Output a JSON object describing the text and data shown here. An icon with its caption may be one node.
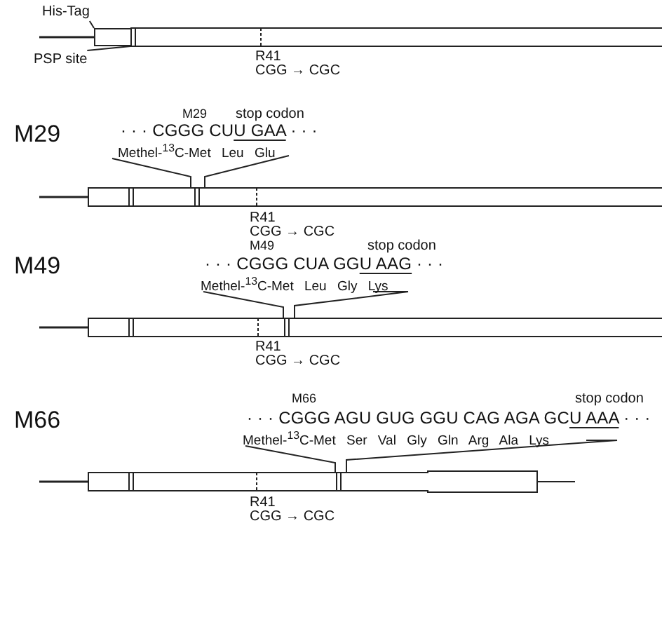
{
  "diagram": {
    "nodes": [
      {
        "text": [
          "His-Tag"
        ]
      },
      {
        "text": [],
        "shape": "box"
      },
      {
        "text": [
          "PSP site"
        ]
      },
      {
        "text": [],
        "shape": "bar"
      }
    ],
    "edges": [
      {
        "from": 0,
        "to": 1,
        "arrow": "none"
      },
      {
        "from": 2,
        "to": 3,
        "arrow": "none"
      }
    ],
    "labels": [
      "R41",
      "CGG → CGC",
      "M29",
      "stop codon",
      "M29",
      "· · · CGGG CUU GAA · · ·",
      "Methel-$^{13}$C-Met Leu Glu",
      "R41",
      "CGG → CGC",
      "M49",
      "stop codon",
      "M49",
      "· · · CGGG CUA GGU AAG · · ·",
      "Methel-$^{13}$C-Met Leu Gly Lys",
      "R41",
      "CGG → CGC",
      "M66",
      "stop codon",
      "M66",
      "· · · CGGG AGU GUG GGU CAG AGA GCU AAA · · ·",
      "Methel-$^{13}$C-Met Ser Val Gly Gln Arg Ala Lys",
      "R41",
      "CGG → CGC"
    ]
  }
}
